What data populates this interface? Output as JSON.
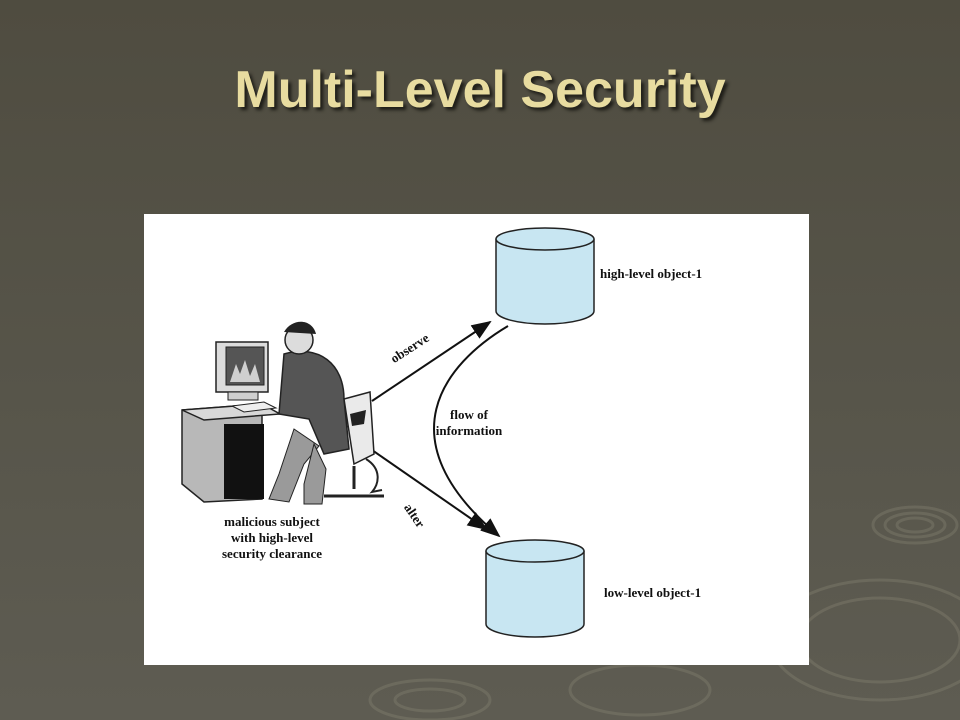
{
  "slide": {
    "title": "Multi-Level Security"
  },
  "diagram": {
    "objects": [
      {
        "id": "high",
        "label": "high-level object-1"
      },
      {
        "id": "low",
        "label": "low-level object-1"
      }
    ],
    "subject_label_lines": [
      "malicious subject",
      "with high-level",
      "security clearance"
    ],
    "edges": [
      {
        "from": "subject",
        "to": "high",
        "label": "observe"
      },
      {
        "from": "subject",
        "to": "low",
        "label": "alter"
      }
    ],
    "flow_label_lines": [
      "flow of",
      "information"
    ],
    "colors": {
      "cylinder_fill": "#c8e6f2",
      "title_text": "#e8dca0",
      "background": "#55534a"
    }
  }
}
